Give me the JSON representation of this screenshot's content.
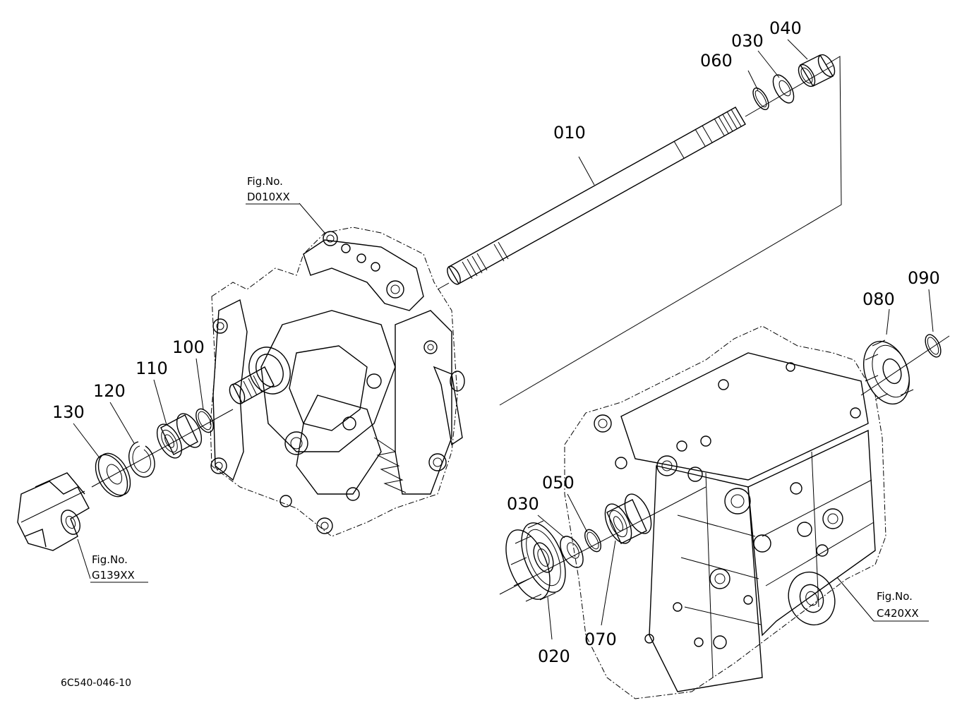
{
  "part_labels": {
    "p010": "010",
    "p020": "020",
    "p030a": "030",
    "p030b": "030",
    "p040": "040",
    "p050": "050",
    "p060": "060",
    "p070": "070",
    "p080": "080",
    "p090": "090",
    "p100": "100",
    "p110": "110",
    "p120": "120",
    "p130": "130"
  },
  "figure_refs": {
    "d010": {
      "line1": "Fig.No.",
      "line2": "D010XX"
    },
    "g139": {
      "line1": "Fig.No.",
      "line2": "G139XX"
    },
    "c420": {
      "line1": "Fig.No.",
      "line2": "C420XX"
    }
  },
  "diagram_id": "6C540-046-10"
}
